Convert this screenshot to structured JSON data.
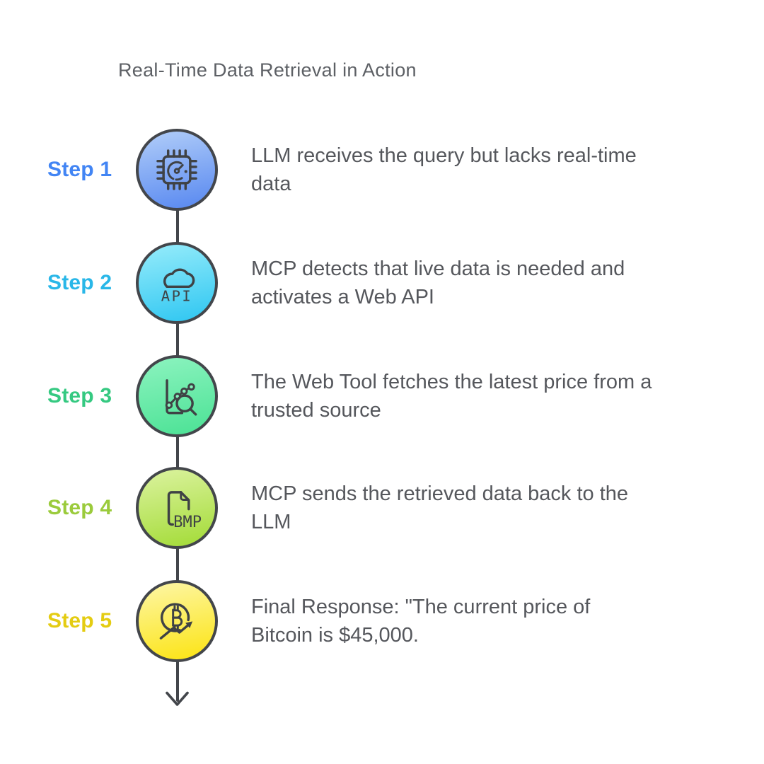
{
  "title": "Real-Time Data Retrieval in Action",
  "colors": {
    "background": "#ffffff",
    "title": "#5d6065",
    "body_text": "#55575c",
    "connector": "#43464b",
    "icon_stroke": "#3f4245"
  },
  "flow": {
    "direction": "vertical",
    "end_marker": "down-arrow"
  },
  "steps": [
    {
      "label": "Step 1",
      "label_color": "#4285f4",
      "icon": "cpu-chip-gauge-icon",
      "circle_top_color": "#aac8f8",
      "circle_bottom_color": "#5e8df1",
      "description": "LLM receives the query but lacks real-time data",
      "lines": [
        "LLM receives the query but lacks real-time",
        "data"
      ]
    },
    {
      "label": "Step 2",
      "label_color": "#29b7e8",
      "icon": "cloud-api-icon",
      "icon_text": "API",
      "circle_top_color": "#8ee9fa",
      "circle_bottom_color": "#36c9f2",
      "description": "MCP detects that live data is needed and activates a Web API",
      "lines": [
        "MCP detects that live data is needed and",
        "activates a Web API"
      ]
    },
    {
      "label": "Step 3",
      "label_color": "#35c981",
      "icon": "chart-magnifier-icon",
      "circle_top_color": "#87f2bc",
      "circle_bottom_color": "#50e398",
      "description": "The Web Tool fetches the latest price from a trusted source",
      "lines": [
        "The Web Tool fetches the latest price from a",
        "trusted source"
      ]
    },
    {
      "label": "Step 4",
      "label_color": "#9bcb3c",
      "icon": "document-bmp-icon",
      "icon_text": "BMP",
      "circle_top_color": "#d7f197",
      "circle_bottom_color": "#a7dd3e",
      "description": "MCP sends the retrieved data back to the LLM",
      "lines": [
        "MCP sends the retrieved data back to the",
        "LLM"
      ]
    },
    {
      "label": "Step 5",
      "label_color": "#e4cc12",
      "icon": "bitcoin-trend-icon",
      "circle_top_color": "#fdf59b",
      "circle_bottom_color": "#fce51d",
      "description": "Final Response: \"The current price of Bitcoin is $45,000.",
      "lines": [
        "Final Response: \"The current price of",
        "Bitcoin is $45,000."
      ]
    }
  ]
}
